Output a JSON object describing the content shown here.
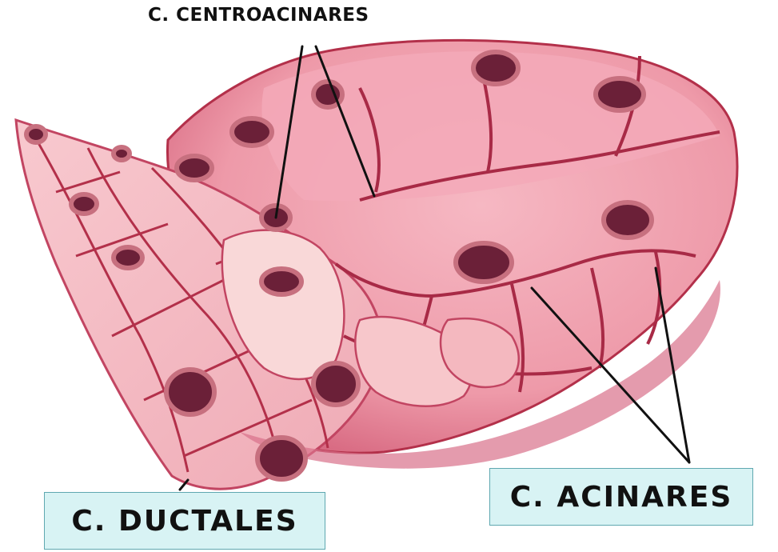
{
  "labels": {
    "centroacinares": "C. CENTROACINARES",
    "ductales": "C. DUCTALES",
    "acinares": "C. ACINARES"
  },
  "colors": {
    "tissue_base": "#f1a6b2",
    "tissue_light": "#f7c6cc",
    "membrane": "#b3304a",
    "nucleus": "#6b2038",
    "nucleus_ring": "#c7707f",
    "pointer_line": "#111111",
    "label_box_fill": "#d8f3f4",
    "label_box_border": "#5fa8b0"
  }
}
